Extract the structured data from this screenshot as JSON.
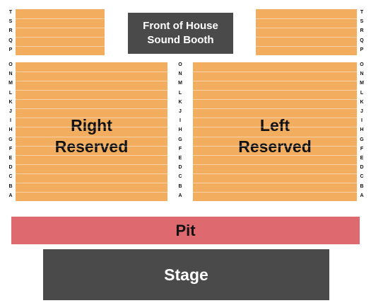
{
  "booth": {
    "line1": "Front of House",
    "line2": "Sound Booth"
  },
  "sections": {
    "upper_left": {
      "rows": [
        "T",
        "S",
        "R",
        "Q",
        "P"
      ]
    },
    "upper_right": {
      "rows": [
        "T",
        "S",
        "R",
        "Q",
        "P"
      ]
    },
    "right_reserved": {
      "line1": "Right",
      "line2": "Reserved"
    },
    "left_reserved": {
      "line1": "Left",
      "line2": "Reserved"
    },
    "main_rows": [
      "O",
      "N",
      "M",
      "L",
      "K",
      "J",
      "I",
      "H",
      "G",
      "F",
      "E",
      "D",
      "C",
      "B",
      "A"
    ]
  },
  "pit": {
    "label": "Pit"
  },
  "stage": {
    "label": "Stage"
  },
  "colors": {
    "seating": "#f2ad5f",
    "pit": "#de6a6f",
    "stage": "#4a4a4a",
    "booth": "#4a4a4a"
  }
}
